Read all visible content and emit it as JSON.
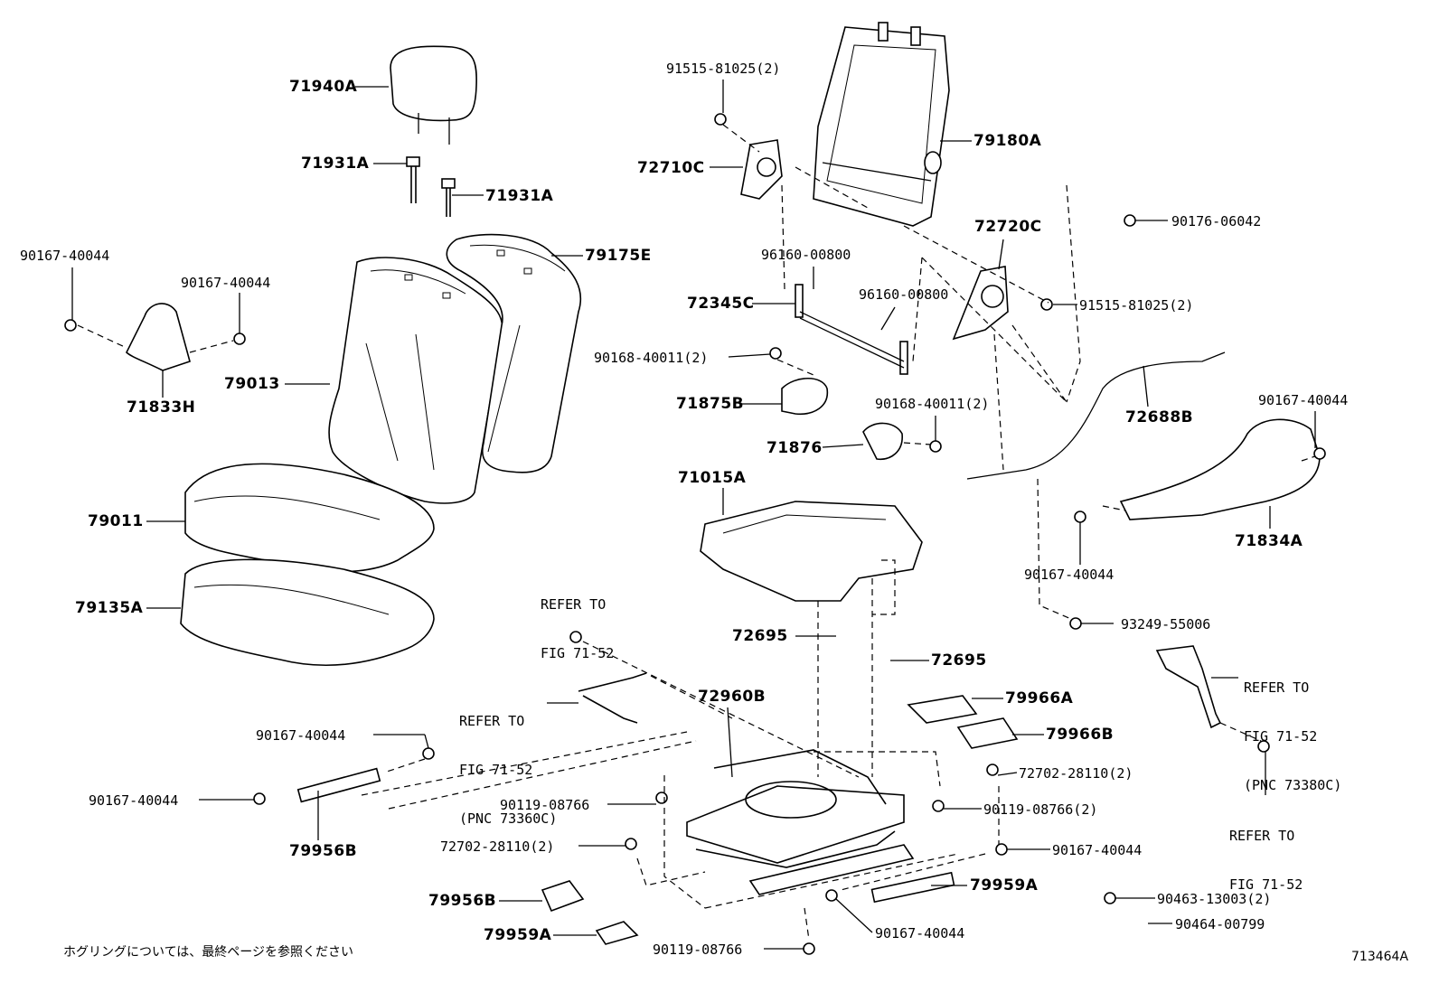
{
  "labels": {
    "l71940A": "71940A",
    "l71931A_1": "71931A",
    "l71931A_2": "71931A",
    "l90167_40044_a": "90167-40044",
    "l90167_40044_b": "90167-40044",
    "l71833H": "71833H",
    "l79175E": "79175E",
    "l79013": "79013",
    "l79011": "79011",
    "l79135A": "79135A",
    "l91515_81025_a": "91515-81025(2)",
    "l72710C": "72710C",
    "l79180A": "79180A",
    "l96160_00800_a": "96160-00800",
    "l72345C": "72345C",
    "l96160_00800_b": "96160-00800",
    "l72720C": "72720C",
    "l91515_81025_b": "91515-81025(2)",
    "l90176_06042": "90176-06042",
    "l90168_40011_a": "90168-40011(2)",
    "l71875B": "71875B",
    "l90168_40011_b": "90168-40011(2)",
    "l71876": "71876",
    "l72688B": "72688B",
    "l90167_40044_c": "90167-40044",
    "l71834A": "71834A",
    "l71015A": "71015A",
    "l90167_40044_d": "90167-40044",
    "l93249_55006": "93249-55006",
    "l72695_a": "72695",
    "l72695_b": "72695",
    "l79966A": "79966A",
    "l79966B": "79966B",
    "l72960B": "72960B",
    "l90167_40044_e": "90167-40044",
    "l90167_40044_f": "90167-40044",
    "l79956B_a": "79956B",
    "l90119_08766_a": "90119-08766",
    "l90119_08766_b": "90119-08766(2)",
    "l72702_28110_a": "72702-28110(2)",
    "l72702_28110_b": "72702-28110(2)",
    "l90167_40044_g": "90167-40044",
    "l79959A_a": "79959A",
    "l79956B_b": "79956B",
    "l79959A_b": "79959A",
    "l90167_40044_h": "90167-40044",
    "l90463_13003": "90463-13003(2)",
    "l90464_00799": "90464-00799",
    "l90119_08766_c": "90119-08766"
  },
  "refers": {
    "r1_l1": "REFER TO",
    "r1_l2": "FIG 71-52",
    "r2_l1": "REFER TO",
    "r2_l2": "FIG 71-52",
    "r2_l3": "(PNC 73360C)",
    "r3_l1": "REFER TO",
    "r3_l2": "FIG 71-52",
    "r3_l3": "(PNC 73380C)",
    "r4_l1": "REFER TO",
    "r4_l2": "FIG 71-52"
  },
  "footer": {
    "note": "ホグリングについては、最終ページを参照ください",
    "figure_id": "713464A"
  }
}
